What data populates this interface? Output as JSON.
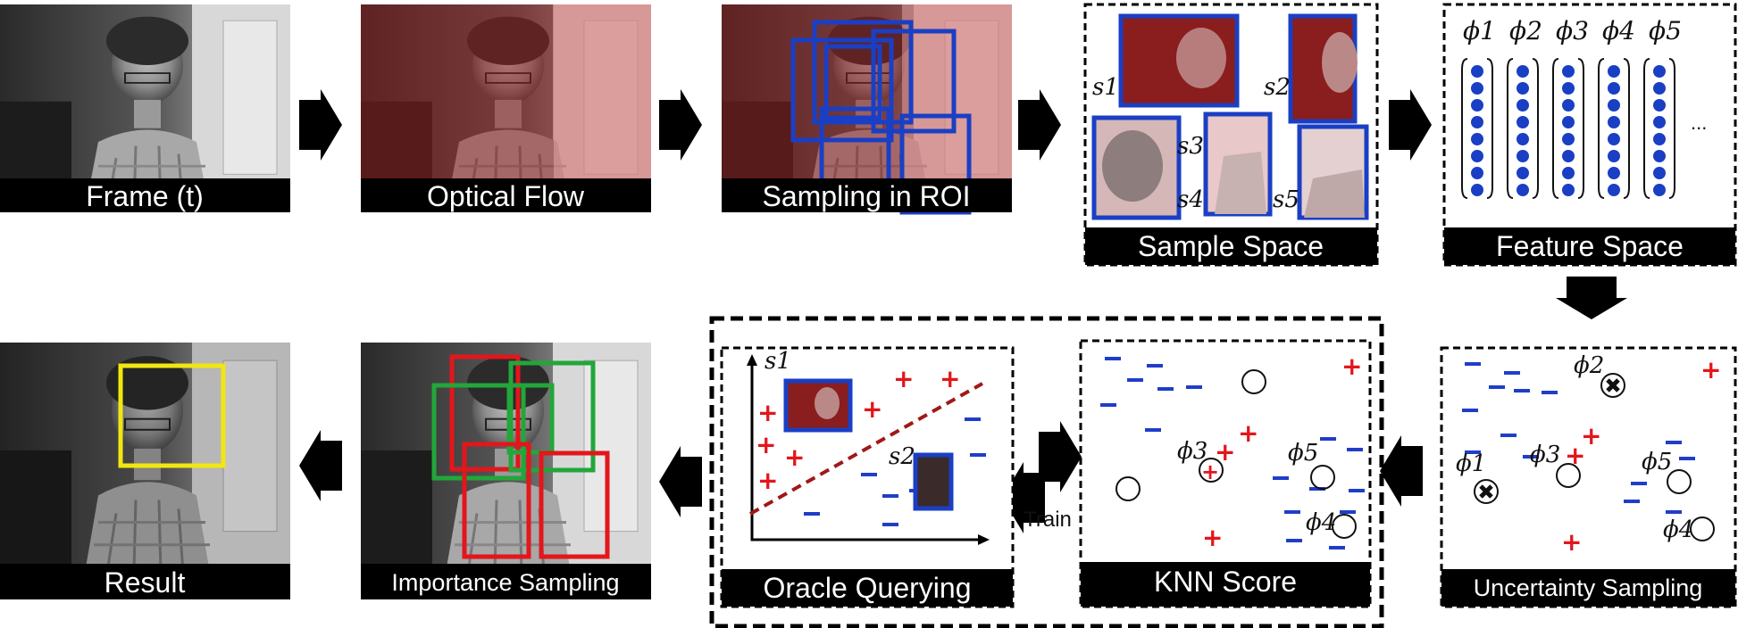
{
  "panels": {
    "frame": "Frame (t)",
    "optical_flow": "Optical Flow",
    "sampling_roi": "Sampling in ROI",
    "sample_space": "Sample Space",
    "feature_space": "Feature Space",
    "uncertainty": "Uncertainty Sampling",
    "knn": "KNN Score",
    "oracle": "Oracle Querying",
    "importance": "Importance Sampling",
    "result": "Result"
  },
  "train_label": "Train",
  "sample_labels": [
    "s1",
    "s2",
    "s3",
    "s4",
    "s5"
  ],
  "feature_labels": [
    "ϕ1",
    "ϕ2",
    "ϕ3",
    "ϕ4",
    "ϕ5"
  ],
  "ellipsis": "...",
  "colors": {
    "sample_box": "#1a3fc4",
    "positive": "#e3161b",
    "negative": "#1f3ec7",
    "result_box": "#f2e611",
    "importance_red": "#e3161b",
    "importance_green": "#23a63a",
    "roi_tint": "#d98c8c"
  }
}
